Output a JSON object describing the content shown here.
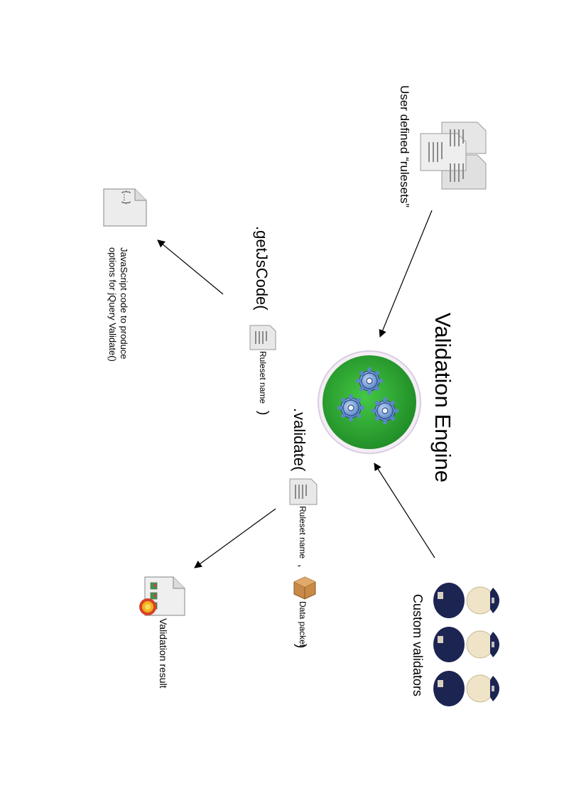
{
  "title": "Validation Engine",
  "nodes": {
    "rulesets": {
      "label": "User defined “rulesets”",
      "icon": "stacked-documents-icon"
    },
    "engine": {
      "icon": "gears-icon",
      "color": "#2fa82f"
    },
    "custom_validators": {
      "label": "Custom validators",
      "icon": "police-officer-icon"
    },
    "js_output": {
      "icon_text": "{...}",
      "label_line1": "JavaScript code to produce",
      "label_line2": "options for jQuery Validate()"
    },
    "validation_result": {
      "label": "Validation result",
      "icon": "certificate-document-icon"
    }
  },
  "methods": {
    "get_js_code": {
      "prefix": ".getJsCode(",
      "arg": "Ruleset name",
      "close": ")"
    },
    "validate": {
      "prefix": ".validate(",
      "arg1": "Ruleset name",
      "comma": ",",
      "arg2": "Data packet",
      "close": ")"
    }
  }
}
